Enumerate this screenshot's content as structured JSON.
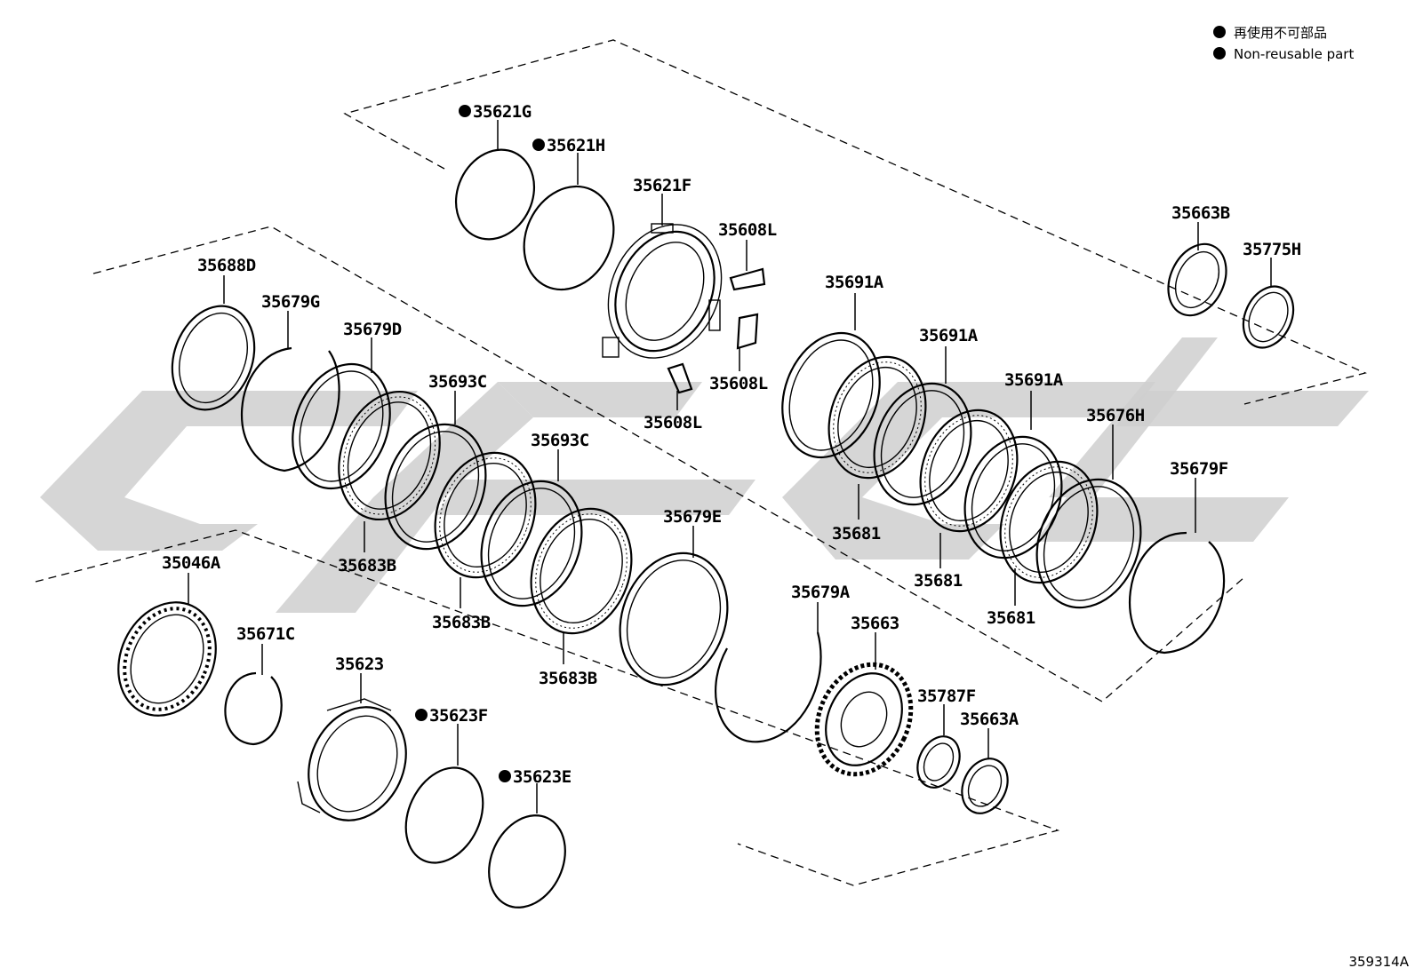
{
  "legend": {
    "japanese": "再使用不可部品",
    "english": "Non-reusable part"
  },
  "figure_id": "359314A",
  "parts": [
    {
      "id": "p-35621G",
      "label": "35621G",
      "non_reusable": true
    },
    {
      "id": "p-35621H",
      "label": "35621H",
      "non_reusable": true
    },
    {
      "id": "p-35621F",
      "label": "35621F",
      "non_reusable": false
    },
    {
      "id": "p-35608L-a",
      "label": "35608L",
      "non_reusable": false
    },
    {
      "id": "p-35608L-b",
      "label": "35608L",
      "non_reusable": false
    },
    {
      "id": "p-35608L-c",
      "label": "35608L",
      "non_reusable": false
    },
    {
      "id": "p-35688D",
      "label": "35688D",
      "non_reusable": false
    },
    {
      "id": "p-35679G",
      "label": "35679G",
      "non_reusable": false
    },
    {
      "id": "p-35679D",
      "label": "35679D",
      "non_reusable": false
    },
    {
      "id": "p-35693C-a",
      "label": "35693C",
      "non_reusable": false
    },
    {
      "id": "p-35693C-b",
      "label": "35693C",
      "non_reusable": false
    },
    {
      "id": "p-35683B-a",
      "label": "35683B",
      "non_reusable": false
    },
    {
      "id": "p-35683B-b",
      "label": "35683B",
      "non_reusable": false
    },
    {
      "id": "p-35683B-c",
      "label": "35683B",
      "non_reusable": false
    },
    {
      "id": "p-35679E",
      "label": "35679E",
      "non_reusable": false
    },
    {
      "id": "p-35691A-a",
      "label": "35691A",
      "non_reusable": false
    },
    {
      "id": "p-35691A-b",
      "label": "35691A",
      "non_reusable": false
    },
    {
      "id": "p-35691A-c",
      "label": "35691A",
      "non_reusable": false
    },
    {
      "id": "p-35681-a",
      "label": "35681",
      "non_reusable": false
    },
    {
      "id": "p-35681-b",
      "label": "35681",
      "non_reusable": false
    },
    {
      "id": "p-35681-c",
      "label": "35681",
      "non_reusable": false
    },
    {
      "id": "p-35676H",
      "label": "35676H",
      "non_reusable": false
    },
    {
      "id": "p-35679F",
      "label": "35679F",
      "non_reusable": false
    },
    {
      "id": "p-35663B",
      "label": "35663B",
      "non_reusable": false
    },
    {
      "id": "p-35775H",
      "label": "35775H",
      "non_reusable": false
    },
    {
      "id": "p-35046A",
      "label": "35046A",
      "non_reusable": false
    },
    {
      "id": "p-35671C",
      "label": "35671C",
      "non_reusable": false
    },
    {
      "id": "p-35623",
      "label": "35623",
      "non_reusable": false
    },
    {
      "id": "p-35623F",
      "label": "35623F",
      "non_reusable": true
    },
    {
      "id": "p-35623E",
      "label": "35623E",
      "non_reusable": true
    },
    {
      "id": "p-35679A",
      "label": "35679A",
      "non_reusable": false
    },
    {
      "id": "p-35663",
      "label": "35663",
      "non_reusable": false
    },
    {
      "id": "p-35787F",
      "label": "35787F",
      "non_reusable": false
    },
    {
      "id": "p-35663A",
      "label": "35663A",
      "non_reusable": false
    }
  ]
}
